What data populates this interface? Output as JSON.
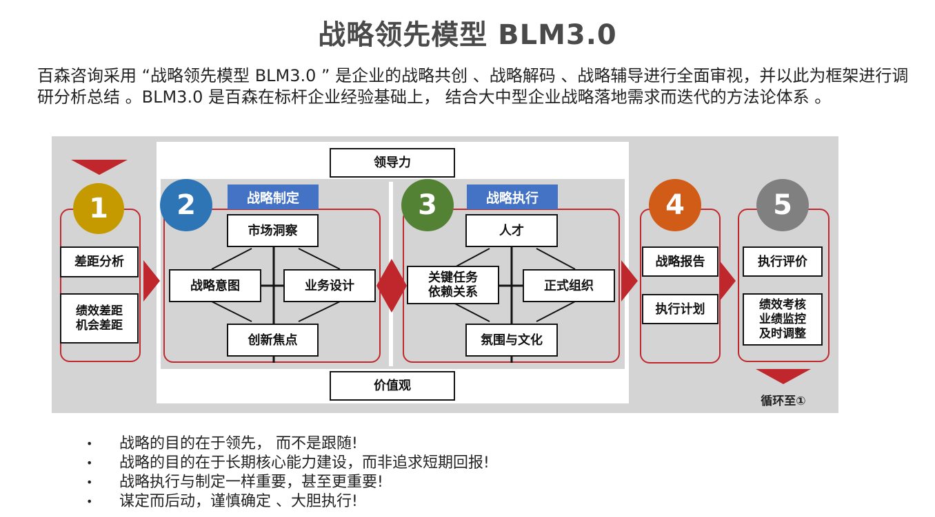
{
  "title": "战略领先模型 BLM3.0",
  "intro": "百森咨询采用 “战略领先模型 BLM3.0 ” 是企业的战略共创 、战略解码 、战略辅导进行全面审视，并以此为框架进行调研分析总结 。BLM3.0 是百森在标杆企业经验基础上， 结合大中型企业战略落地需求而迭代的方法论体系 。",
  "diagram": {
    "leadership": "领导力",
    "values": "价值观",
    "stage1": {
      "number": "1",
      "color": "#c49a00",
      "items": [
        "差距分析",
        "绩效差距\n机会差距"
      ]
    },
    "stage2": {
      "number": "2",
      "color": "#2e75b6",
      "tag": "战略制定",
      "top": "市场洞察",
      "left": "战略意图",
      "right": "业务设计",
      "bottom": "创新焦点"
    },
    "stage3": {
      "number": "3",
      "color": "#548235",
      "tag": "战略执行",
      "top": "人才",
      "left": "关键任务\n依赖关系",
      "right": "正式组织",
      "bottom": "氛围与文化"
    },
    "stage4": {
      "number": "4",
      "color": "#d05c17",
      "items": [
        "战略报告",
        "执行计划"
      ]
    },
    "stage5": {
      "number": "5",
      "color": "#808080",
      "items": [
        "执行评价",
        "绩效考核\n业绩监控\n及时调整"
      ]
    },
    "loop_note": "循环至①",
    "accent_red": "#c0272d",
    "tag_blue": "#4472c4"
  },
  "bullets": [
    "战略的目的在于领先， 而不是跟随!",
    "战略的目的在于长期核心能力建设，而非追求短期回报!",
    "战略执行与制定一样重要，甚至更重要!",
    "谋定而后动，谨慎确定 、大胆执行!"
  ]
}
